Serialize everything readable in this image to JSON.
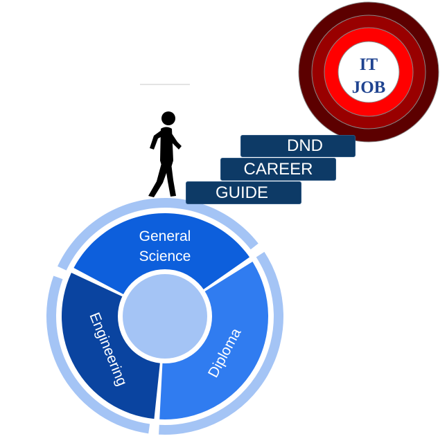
{
  "target": {
    "line1": "IT",
    "line2": "JOB",
    "ring_colors": [
      "#5c0000",
      "#990000",
      "#ff0000",
      "#ffffff"
    ]
  },
  "steps": [
    {
      "label": "DND"
    },
    {
      "label": "CAREER"
    },
    {
      "label": "GUIDE"
    }
  ],
  "step_color": "#0d3a66",
  "wheel": {
    "segments": [
      {
        "label_line1": "General",
        "label_line2": "Science",
        "color": "#0d5fdc"
      },
      {
        "label": "Engineering",
        "color": "#0a44a0"
      },
      {
        "label": "Diploma",
        "color": "#307cf0"
      }
    ],
    "outer_ring_color": "#a4c4f5",
    "hub_color": "#a4c4f5"
  },
  "figure": {
    "description": "walking person icon",
    "color": "#000000"
  }
}
